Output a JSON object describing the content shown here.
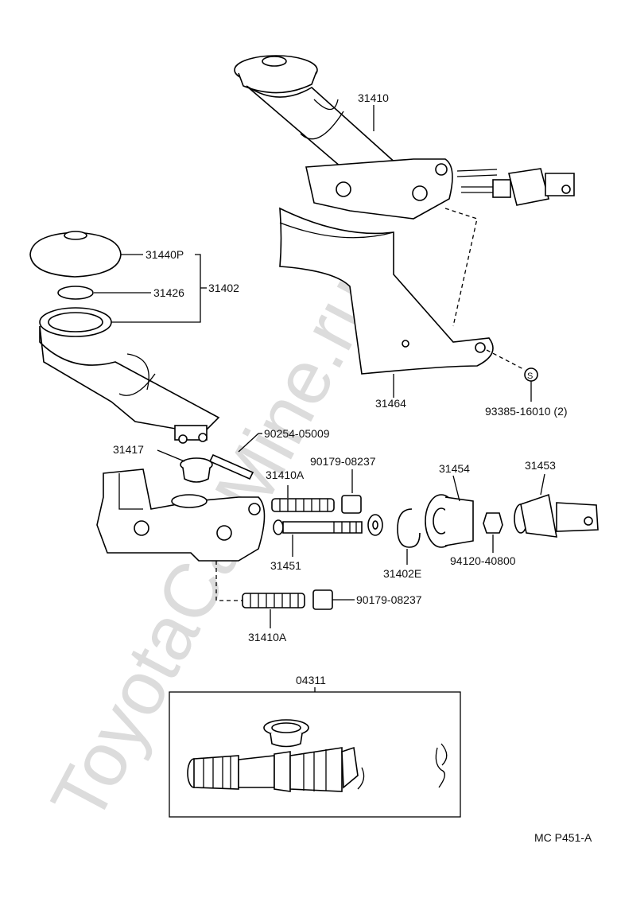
{
  "watermark": "ToyotaCarMine.ru",
  "footer_code": "MC P451-A",
  "kit_label": "04311",
  "labels": {
    "p31410": "31410",
    "p31440P": "31440P",
    "p31426": "31426",
    "p31402": "31402",
    "p31464": "31464",
    "p93385": "93385-16010 (2)",
    "p90254": "90254-05009",
    "p31417": "31417",
    "p31410A_top": "31410A",
    "p90179_top": "90179-08237",
    "p31454": "31454",
    "p31453": "31453",
    "p31451": "31451",
    "p31402E": "31402E",
    "p94120": "94120-40800",
    "p90179_bottom": "90179-08237",
    "p31410A_bottom": "31410A",
    "s_mark": "S"
  }
}
